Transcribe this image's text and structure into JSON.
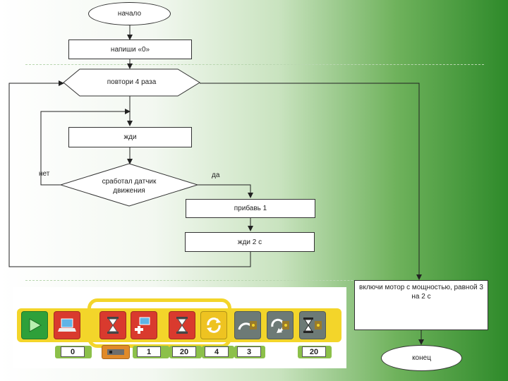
{
  "flowchart": {
    "start": "начало",
    "write_zero": "напиши «0»",
    "repeat": "повтори 4 раза",
    "wait": "жди",
    "decision": "сработал датчик движения",
    "no_label": "нет",
    "yes_label": "да",
    "add_one": "прибавь 1",
    "wait_2s": "жди 2 с",
    "motor": "включи мотор с мощностью, равной 3 на 2 с",
    "end": "конец"
  },
  "program": {
    "blocks": [
      {
        "name": "start-block",
        "icon": "play-icon",
        "color": "#2ea03a"
      },
      {
        "name": "display-block",
        "icon": "laptop-icon",
        "color": "#d93a2e"
      },
      {
        "name": "wait-block",
        "icon": "hourglass-icon",
        "color": "#d93a2e"
      },
      {
        "name": "add-block",
        "icon": "laptop-plus-icon",
        "color": "#d93a2e"
      },
      {
        "name": "wait-block-2",
        "icon": "hourglass-icon",
        "color": "#d93a2e"
      },
      {
        "name": "repeat-block",
        "icon": "loop-icon",
        "color": "#eec321"
      },
      {
        "name": "motor-power-block",
        "icon": "motor-icon",
        "color": "#6d7a76"
      },
      {
        "name": "motor-direction-block",
        "icon": "motor-direction-icon",
        "color": "#6d7a76"
      },
      {
        "name": "motor-time-block",
        "icon": "motor-timer-icon",
        "color": "#6d7a76"
      }
    ],
    "values": [
      "0",
      "1",
      "20",
      "4",
      "3",
      "20"
    ]
  }
}
